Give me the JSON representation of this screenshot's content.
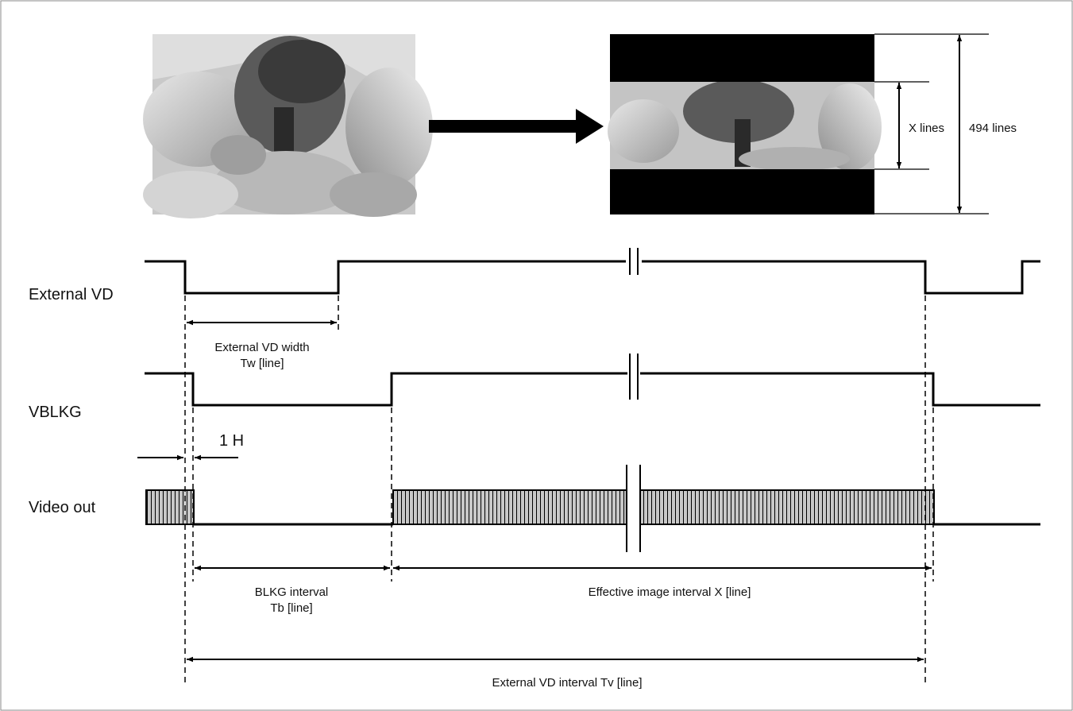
{
  "signals": {
    "external_vd": "External VD",
    "vblkg": "VBLKG",
    "video_out": "Video out"
  },
  "annotations": {
    "vd_width_line1": "External VD width",
    "vd_width_line2": "Tw [line]",
    "one_h": "1 H",
    "blkg_line1": "BLKG interval",
    "blkg_line2": "Tb [line]",
    "effective": "Effective image interval X [line]",
    "vd_interval": "External VD interval Tv [line]",
    "x_lines": "X lines",
    "total_lines": "494 lines"
  },
  "colors": {
    "ink": "#000000",
    "hatch_fill": "#c8c8c8",
    "frame": "#888888"
  },
  "icons": {
    "source_image": "photo-of-boy-on-rocks",
    "letterboxed_image": "letterboxed-photo"
  }
}
